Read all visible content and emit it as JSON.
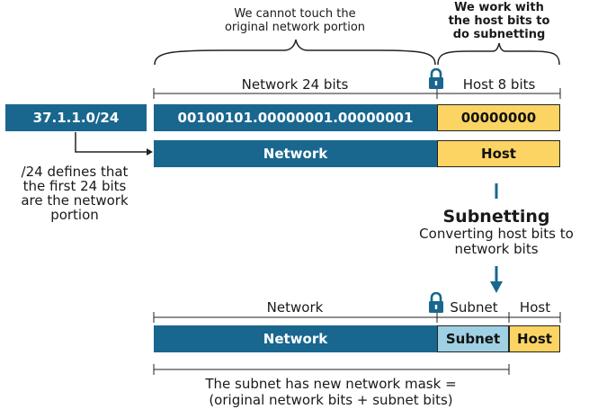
{
  "top": {
    "cannot_touch_line1": "We cannot touch the",
    "cannot_touch_line2": "original network portion",
    "host_work_line1": "We work with",
    "host_work_line2": "the host bits to",
    "host_work_line3": "do subnetting",
    "network_bits_label": "Network 24 bits",
    "host_bits_label": "Host 8 bits"
  },
  "address": {
    "cidr": "37.1.1.0/24",
    "network_binary": "00100101.00000001.00000001",
    "host_binary": "00000000"
  },
  "portion_bar": {
    "network": "Network",
    "host": "Host"
  },
  "cidr_note": {
    "line1": "/24 defines that",
    "line2": "the first 24 bits",
    "line3": "are the network",
    "line4": "portion"
  },
  "subnetting": {
    "title": "Subnetting",
    "desc_line1": "Converting host bits to",
    "desc_line2": "network bits"
  },
  "bottom": {
    "network_label": "Network",
    "subnet_label": "Subnet",
    "host_label": "Host",
    "bar_network": "Network",
    "bar_subnet": "Subnet",
    "bar_host": "Host",
    "mask_line1": "The subnet has new network mask =",
    "mask_line2": "(original network bits + subnet bits)"
  },
  "colors": {
    "network_blue": "#19678f",
    "host_yellow": "#fcd463",
    "subnet_light_blue": "#9fd0e3"
  },
  "icons": [
    "lock-icon",
    "arrow-down-icon"
  ]
}
